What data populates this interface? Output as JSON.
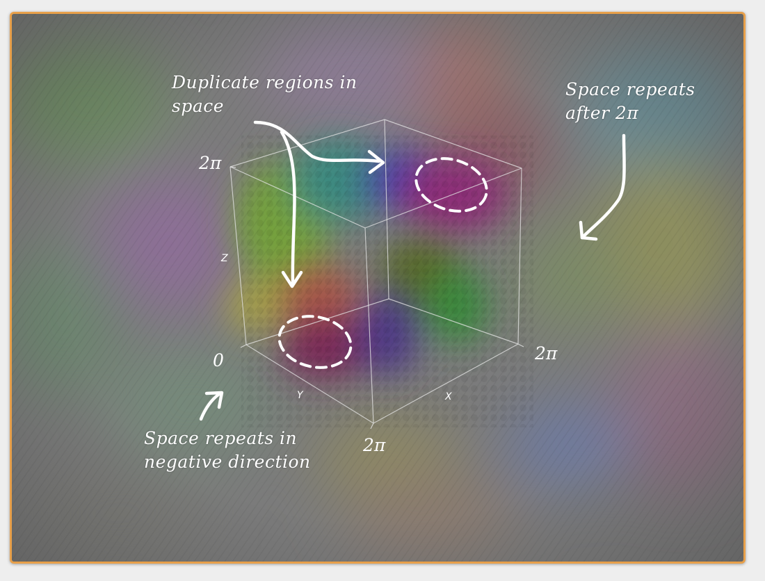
{
  "annotations": {
    "duplicate": [
      "Duplicate regions in",
      "space"
    ],
    "repeats_after": [
      "Space repeats",
      "after 2π"
    ],
    "repeats_negative": [
      "Space repeats in",
      "negative direction"
    ]
  },
  "axis_labels": {
    "x": "X",
    "y": "Y",
    "z": "Z"
  },
  "tick_labels": {
    "z_max": "2π",
    "origin": "0",
    "x_max": "2π",
    "y_max": "2π"
  },
  "colors": {
    "frame_border": "#e8a04a",
    "background": "#7b7b7b",
    "annotation": "#ffffff"
  }
}
